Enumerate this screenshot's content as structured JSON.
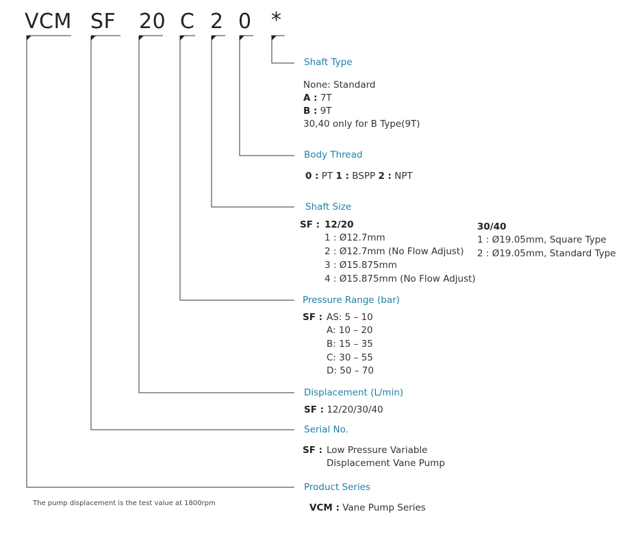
{
  "code": {
    "vcm": "VCM",
    "sf": "SF",
    "disp": "20",
    "pressure": "C",
    "shaft_size": "2",
    "thread": "0",
    "shaft_type": "*"
  },
  "shaft_type": {
    "heading": "Shaft Type",
    "none": "None: Standard",
    "a_key": "A :",
    "a_val": "7T",
    "b_key": "B :",
    "b_val": "9T",
    "note": "30,40 only for B Type(9T)"
  },
  "body_thread": {
    "heading": "Body Thread",
    "k0": "0 :",
    "v0": "PT",
    "k1": "1 :",
    "v1": "BSPP",
    "k2": "2 :",
    "v2": "NPT"
  },
  "shaft_size": {
    "heading": "Shaft Size",
    "sf_key": "SF :",
    "group1_title": "12/20",
    "group1": [
      "1 : Ø12.7mm",
      "2 : Ø12.7mm   (No Flow Adjust)",
      "3 : Ø15.875mm",
      "4 : Ø15.875mm  (No Flow Adjust)"
    ],
    "group2_title": "30/40",
    "group2": [
      "1 : Ø19.05mm, Square Type",
      "2 : Ø19.05mm, Standard Type"
    ]
  },
  "pressure": {
    "heading": "Pressure Range (bar)",
    "sf_key": "SF :",
    "items": [
      "AS: 5 – 10",
      "A: 10 – 20",
      "B: 15 – 35",
      "C: 30 – 55",
      "D: 50 – 70"
    ]
  },
  "displacement": {
    "heading": "Displacement (L/min)",
    "sf_key": "SF :",
    "value": "12/20/30/40"
  },
  "serial": {
    "heading": "Serial No.",
    "sf_key": "SF :",
    "line1": "Low Pressure Variable",
    "line2": "Displacement Vane Pump"
  },
  "product": {
    "heading": "Product Series",
    "key": "VCM :",
    "value": "Vane Pump Series"
  },
  "footnote": "The pump displacement is the test value at 1800rpm"
}
